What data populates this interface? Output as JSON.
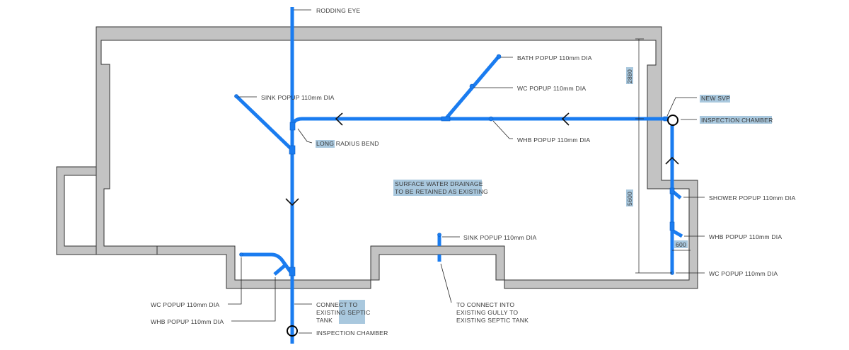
{
  "colors": {
    "pipe": "#1a7cf0",
    "wall": "#c3c3c3",
    "highlight": "#a9c8de",
    "outline": "#333333"
  },
  "labels": {
    "rodding_eye": "RODDING EYE",
    "bath_popup": "BATH POPUP 110mm DIA",
    "wc_popup_upper": "WC POPUP 110mm DIA",
    "sink_popup_upper": "SINK POPUP 110mm DIA",
    "long_radius_bend": "LONG RADIUS BEND",
    "whb_popup_upper": "WHB POPUP 110mm DIA",
    "new_svp": "NEW SVP",
    "inspection_chamber_right": "INSPECTION CHAMBER",
    "surface_water_line1": "SURFACE WATER DRAINAGE",
    "surface_water_line2": "TO BE RETAINED AS EXISTING",
    "shower_popup": "SHOWER POPUP 110mm DIA",
    "whb_popup_right": "WHB POPUP 110mm DIA",
    "wc_popup_right": "WC POPUP 110mm DIA",
    "sink_popup_middle": "SINK POPUP 110mm DIA",
    "gully_line1": "TO CONNECT INTO",
    "gully_line2": "EXISTING GULLY TO",
    "gully_line3": "EXISTING SEPTIC TANK",
    "septic_line1": "CONNECT TO",
    "septic_line2": "EXISTING SEPTIC",
    "septic_line3": "TANK",
    "inspection_chamber_bottom": "INSPECTION CHAMBER",
    "wc_popup_left": "WC POPUP 110mm DIA",
    "whb_popup_left": "WHB POPUP 110mm DIA"
  },
  "dimensions": {
    "upper": "2880",
    "lower": "5600",
    "annex_width": "600"
  },
  "flow_arrows": [
    "left",
    "left",
    "down",
    "up"
  ]
}
